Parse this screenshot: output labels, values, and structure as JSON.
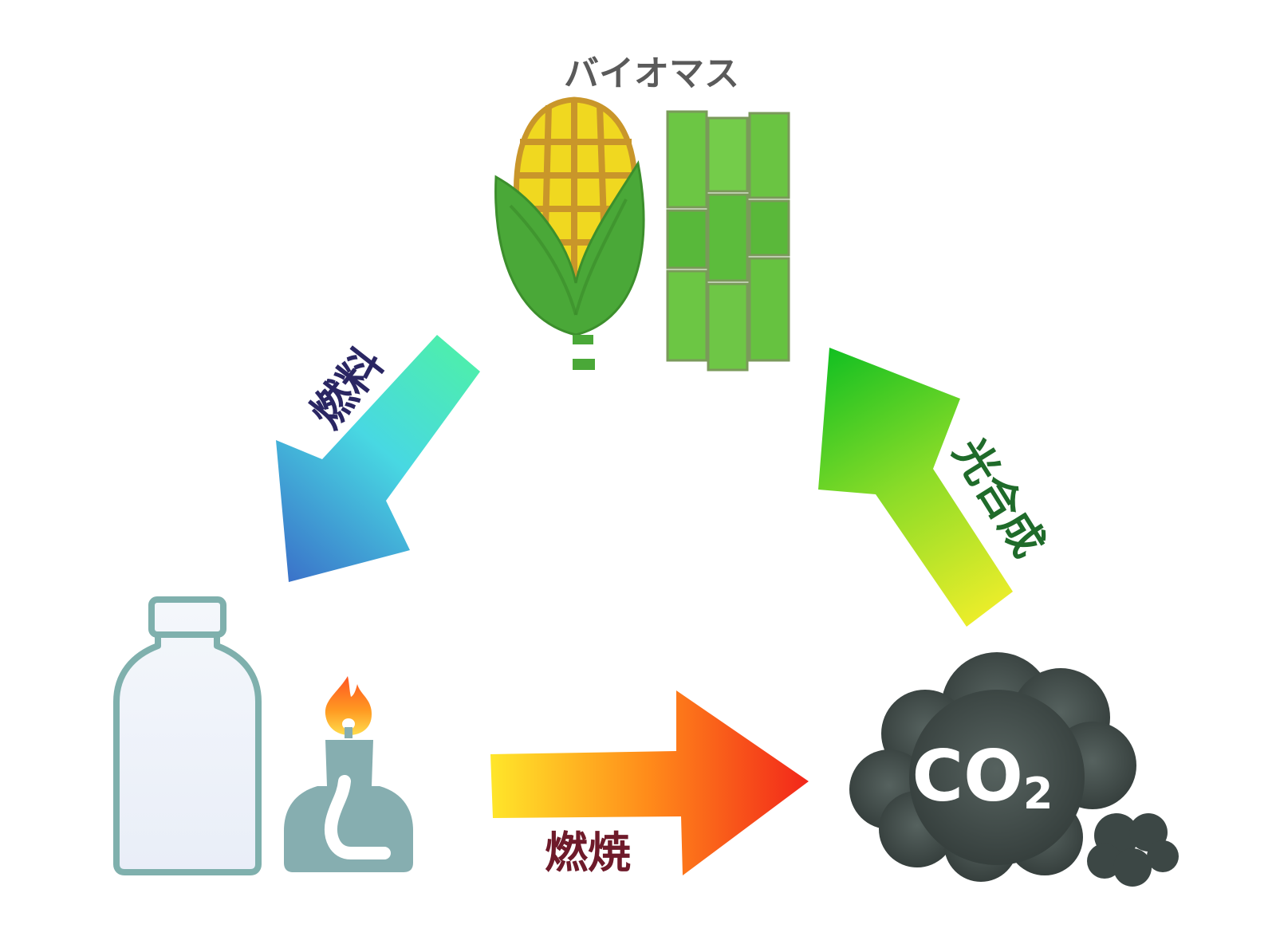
{
  "biomass": {
    "label": "バイオマス",
    "items": [
      "corn-icon",
      "sugarcane-icon"
    ]
  },
  "arrows": {
    "fuel": {
      "label": "燃料",
      "icon": "arrow-down-left-icon"
    },
    "combustion": {
      "label": "燃焼",
      "icon": "arrow-right-icon"
    },
    "photosynthesis": {
      "label": "光合成",
      "icon": "arrow-up-left-icon"
    }
  },
  "fuel_items": [
    "bottle-icon",
    "alcohol-lamp-icon"
  ],
  "co2": {
    "label": "CO",
    "subscript": "2",
    "icon": "smoke-cloud-icon"
  },
  "colors": {
    "biomass_label": "#5a5a5a",
    "fuel_label": "#2a2663",
    "combustion_label": "#6e1a2a",
    "photosynthesis_label": "#1f6b2a",
    "cloud": "#3f4a48",
    "bottle_outline": "#7fb0ad",
    "lamp_body": "#86aeb0",
    "corn_kernels": "#f0d820",
    "corn_husk": "#4aa838",
    "sugarcane": "#6cc644"
  }
}
